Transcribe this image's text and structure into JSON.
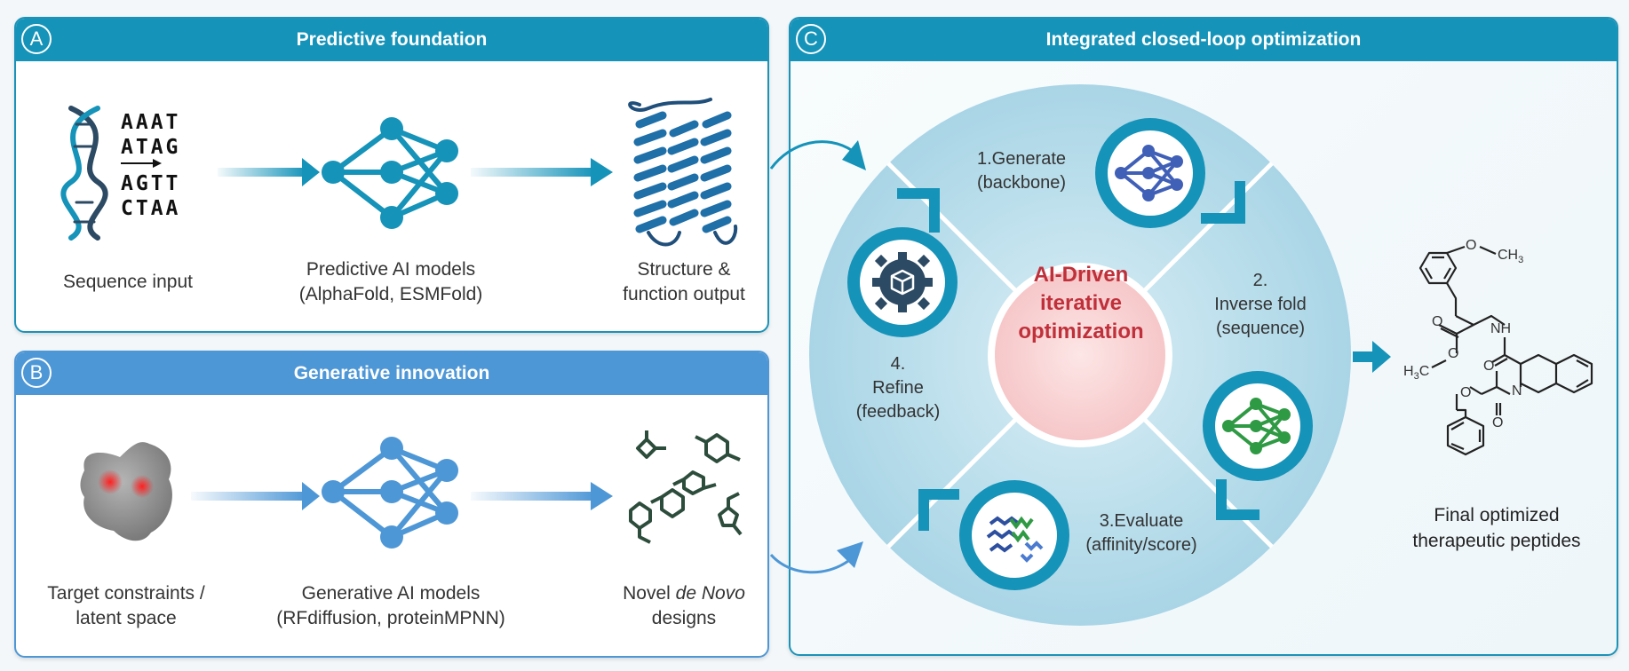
{
  "panels": {
    "a": {
      "badge": "A",
      "title": "Predictive foundation"
    },
    "b": {
      "badge": "B",
      "title": "Generative innovation"
    },
    "c": {
      "badge": "C",
      "title": "Integrated closed-loop optimization"
    }
  },
  "sequence_lines": [
    "AAAT",
    "ATAG",
    "AGTT",
    "CTAA"
  ],
  "captions_a": {
    "sequence": "Sequence input",
    "model_line1": "Predictive AI models",
    "model_line2": "(AlphaFold, ESMFold)",
    "output_line1": "Structure &",
    "output_line2": "function output"
  },
  "captions_b": {
    "target_line1": "Target constraints /",
    "target_line2": "latent space",
    "model_line1": "Generative AI models",
    "model_line2": "(RFdiffusion, proteinMPNN)",
    "novel_prefix": "Novel ",
    "novel_italic": "de Novo",
    "novel_line2": "designs"
  },
  "loop": {
    "center_line1": "AI-Driven",
    "center_line2": "iterative",
    "center_line3": "optimization",
    "step1_line1": "1.Generate",
    "step1_line2": "(backbone)",
    "step2_line1": "2.",
    "step2_line2": "Inverse fold",
    "step2_line3": "(sequence)",
    "step3_line1": "3.Evaluate",
    "step3_line2": "(affinity/score)",
    "step4_line1": "4.",
    "step4_line2": "Refine",
    "step4_line3": "(feedback)"
  },
  "final": {
    "line1": "Final optimized",
    "line2": "therapeutic peptides"
  },
  "molecule_labels": {
    "o_methoxy": "O",
    "ch3_top": "CH",
    "ch3_top_sub": "3",
    "nh": "NH",
    "o_ester1": "O",
    "o_ester2": "O",
    "h3c": "H",
    "h3c_sub": "3",
    "h3c_c": "C",
    "n_ring": "N",
    "o_amide": "O",
    "o_carb1": "O",
    "o_carb2": "O"
  },
  "colors": {
    "teal": "#1593b9",
    "blue": "#4e97d6",
    "dark_navy": "#2c4a63",
    "green_mol": "#2d4d3c",
    "center_red": "#c0303a"
  }
}
